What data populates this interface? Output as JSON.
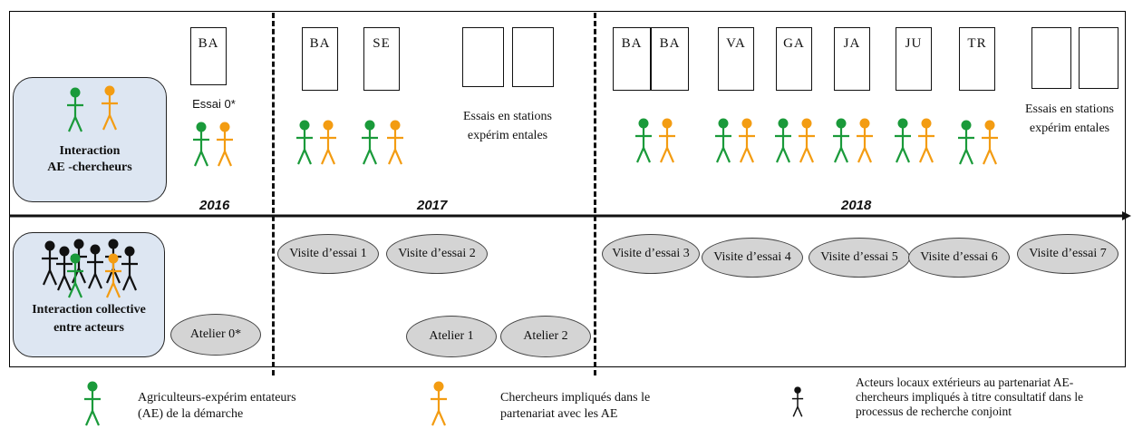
{
  "colors": {
    "farmer": "#1a9a3a",
    "researcher": "#f39c12",
    "external": "#111111",
    "box_fill": "#dde6f2",
    "oval_fill": "#d4d4d4"
  },
  "top": {
    "side_label_line1": "Interaction",
    "side_label_line2": "AE -chercheurs",
    "essai0": "Essai 0*",
    "stations_note_1": "Essais en stations\nexpérim entales",
    "stations_note_2": "Essais en stations\nexpérim entales",
    "plots": [
      "BA",
      "BA",
      "SE",
      "",
      "",
      "BA",
      "BA",
      "VA",
      "GA",
      "JA",
      "JU",
      "TR",
      "",
      ""
    ]
  },
  "years": [
    "2016",
    "2017",
    "2018"
  ],
  "bottom": {
    "side_label_line1": "Interaction collective",
    "side_label_line2": "entre acteurs",
    "visits": [
      "Visite d’essai 1",
      "Visite d’essai 2",
      "Visite d’essai 3",
      "Visite d’essai 4",
      "Visite d’essai 5",
      "Visite d’essai 6",
      "Visite d’essai 7"
    ],
    "ateliers": [
      "Atelier 0*",
      "Atelier 1",
      "Atelier 2"
    ]
  },
  "legend": {
    "farmers": "Agriculteurs-expérim entateurs\n(AE) de la démarche",
    "researchers": "Chercheurs impliqués dans le\npartenariat avec les AE",
    "external": "Acteurs locaux extérieurs au partenariat AE-\nchercheurs impliqués à titre consultatif dans le\nprocessus de recherche conjoint"
  }
}
